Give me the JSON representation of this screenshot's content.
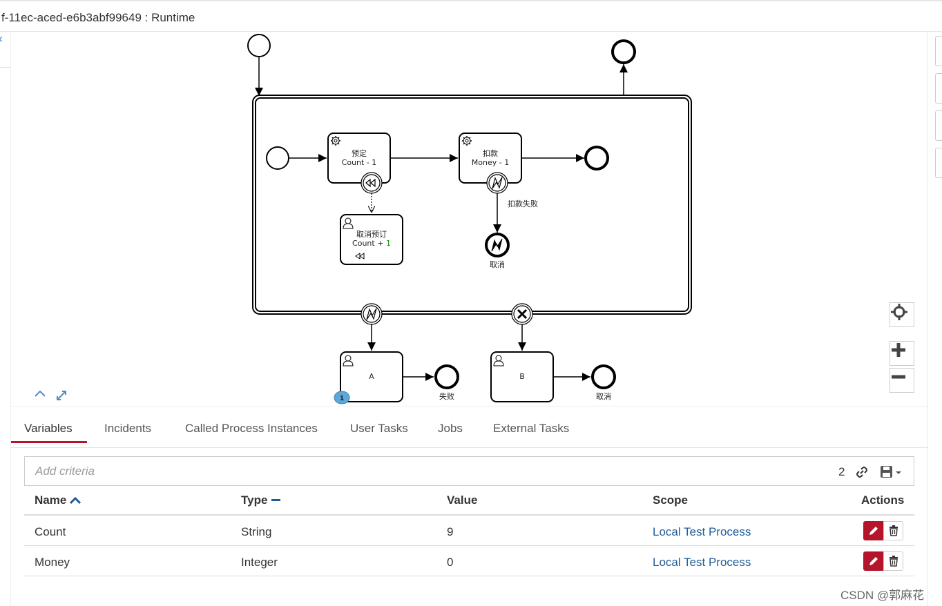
{
  "header": {
    "title": "f-11ec-aced-e6b3abf99649 : Runtime"
  },
  "diagram": {
    "tasks": [
      {
        "id": "book",
        "name": "预定",
        "detail": "Count - 1"
      },
      {
        "id": "pay",
        "name": "扣款",
        "detail": "Money - 1"
      },
      {
        "id": "cancel_book",
        "name": "取消预订",
        "detail_prefix": "Count + ",
        "detail_value": "1"
      },
      {
        "id": "a",
        "name": "A"
      },
      {
        "id": "b",
        "name": "B"
      }
    ],
    "labels": {
      "pay_fail": "扣款失败",
      "cancel_end": "取消",
      "fail_end": "失败",
      "cancel_end2": "取消"
    },
    "badge": "1"
  },
  "tabs": [
    {
      "label": "Variables"
    },
    {
      "label": "Incidents"
    },
    {
      "label": "Called Process Instances"
    },
    {
      "label": "User Tasks"
    },
    {
      "label": "Jobs"
    },
    {
      "label": "External Tasks"
    }
  ],
  "search": {
    "placeholder": "Add criteria",
    "count": "2"
  },
  "table": {
    "headers": {
      "name": "Name",
      "type": "Type",
      "value": "Value",
      "scope": "Scope",
      "actions": "Actions"
    },
    "rows": [
      {
        "name": "Count",
        "type": "String",
        "value": "9",
        "scope": "Local Test Process"
      },
      {
        "name": "Money",
        "type": "Integer",
        "value": "0",
        "scope": "Local Test Process"
      }
    ]
  },
  "watermark": "CSDN @郭麻花",
  "colors": {
    "accent": "#b5152b",
    "link": "#1f5c99",
    "badge": "#5ea8d9"
  }
}
